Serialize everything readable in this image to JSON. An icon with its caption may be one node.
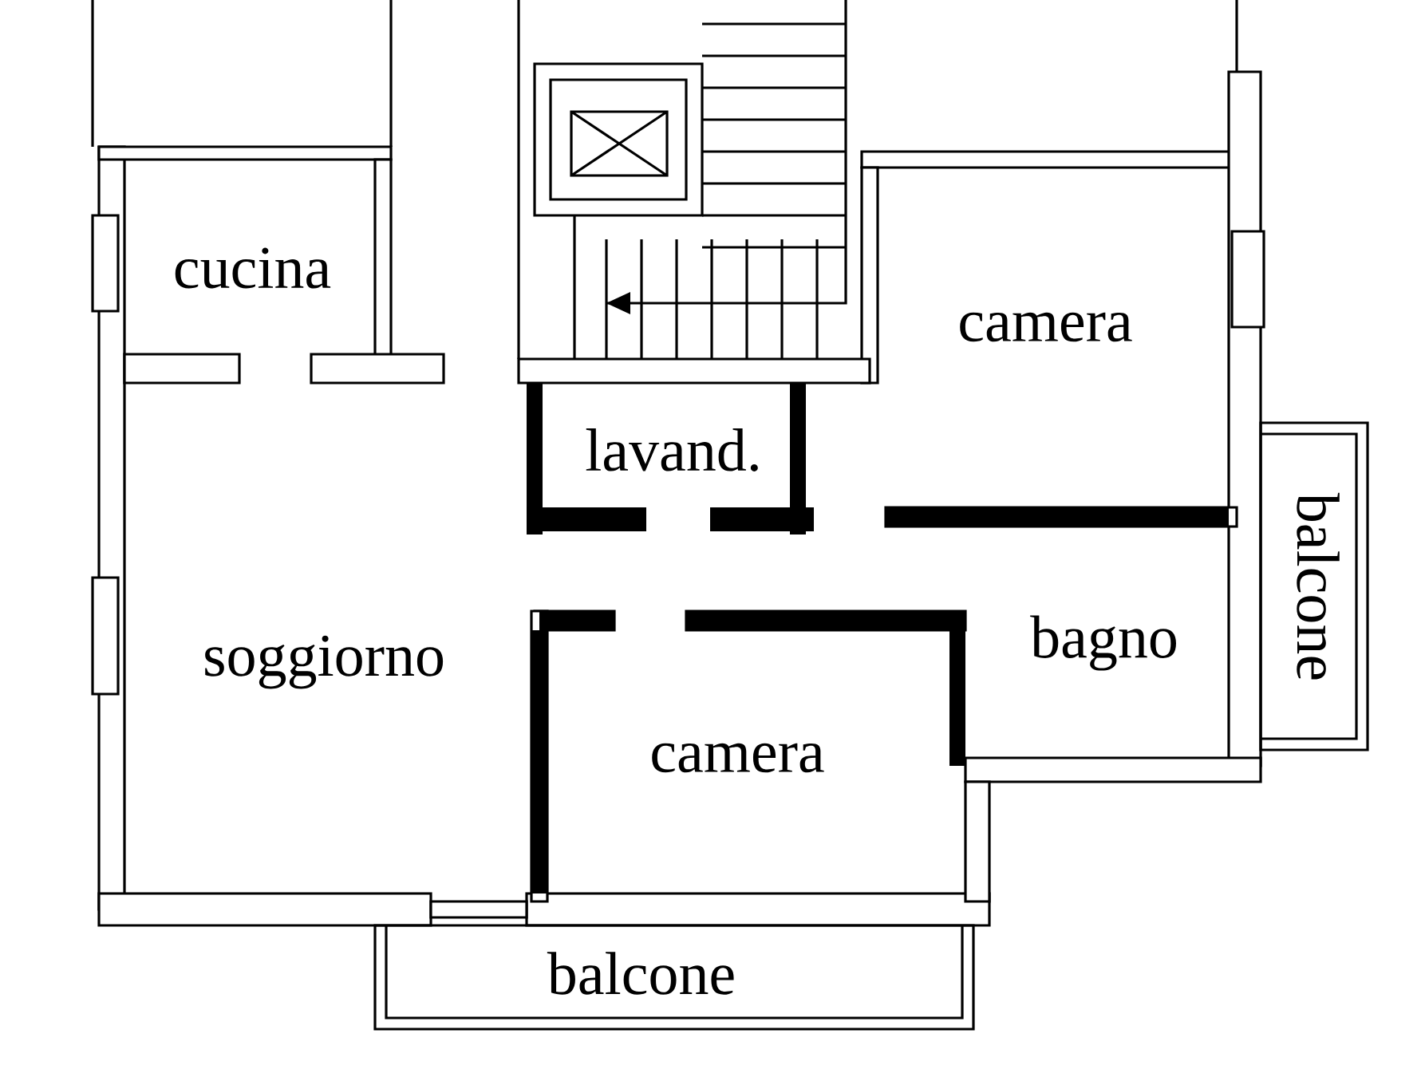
{
  "diagram": {
    "labels": [
      "cucina",
      "camera",
      "lavand.",
      "balcone",
      "bagno",
      "soggiorno",
      "camera",
      "balcone"
    ]
  }
}
